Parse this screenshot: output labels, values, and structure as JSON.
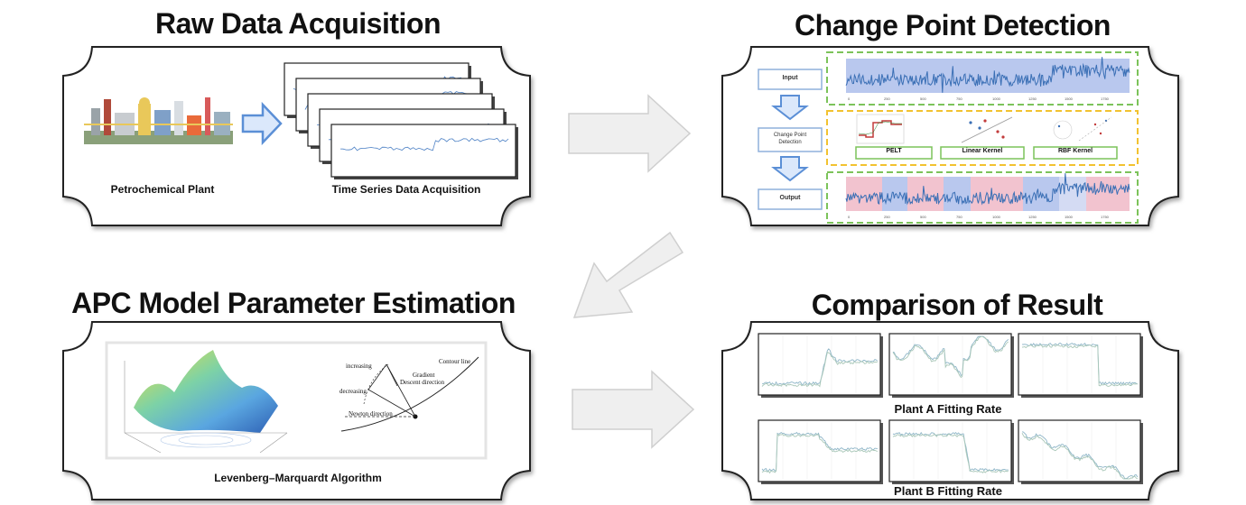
{
  "panels": {
    "raw": {
      "title": "Raw Data Acquisition",
      "plant_caption": "Petrochemical Plant",
      "ts_caption": "Time Series Data Acquisition"
    },
    "cpd": {
      "title": "Change Point Detection",
      "input_label": "Input",
      "detect_label": "Change Point Detection",
      "output_label": "Output",
      "methods": [
        "PELT",
        "Linear Kernel",
        "RBF Kernel"
      ],
      "ticks": [
        "0",
        "250",
        "500",
        "750",
        "1000",
        "1250",
        "1500",
        "1750"
      ]
    },
    "apc": {
      "title": "APC Model Parameter Estimation",
      "caption": "Levenberg–Marquardt Algorithm",
      "contour_line": "Contour line",
      "increasing": "increasing",
      "decreasing": "decreasing",
      "gradient": "Gradient",
      "descent": "Descent direction",
      "newton": "Newton direction"
    },
    "cmp": {
      "title": "Comparison of Result",
      "plant_a": "Plant A Fitting Rate",
      "plant_b": "Plant B Fitting Rate"
    }
  },
  "colors": {
    "arrow_fill": "#efefef",
    "arrow_stroke": "#cfcfcf",
    "signal": "#3a6fb5",
    "band_blue": "#b9c8ee",
    "band_red": "#f2c3cf",
    "green_dash": "#7cc35a",
    "yellow_dash": "#f2c230",
    "fit_line": "#8fb6c8"
  },
  "icons": [
    "factory-icon",
    "right-arrow-icon",
    "down-arrow-icon",
    "surface-plot-icon"
  ]
}
